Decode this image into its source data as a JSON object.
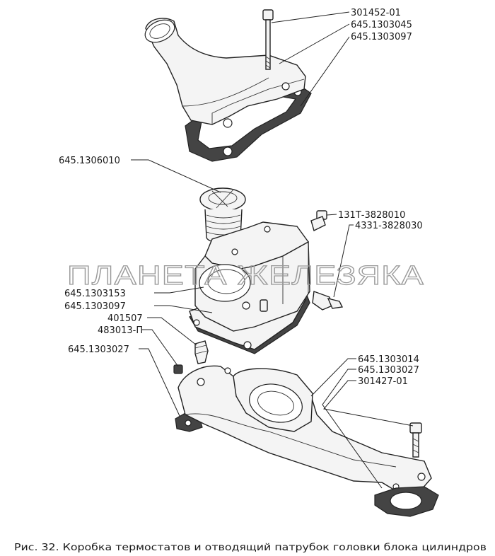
{
  "watermark": "ПЛАНЕТА ЖЕЛЕЗЯКА",
  "caption": "Рис. 32. Коробка термостатов и отводящий патрубок головки блока цилиндров",
  "callouts": {
    "c301452_01": "301452-01",
    "c645_1303045": "645.1303045",
    "c645_1303097_top": "645.1303097",
    "c645_1306010": "645.1306010",
    "c131T_3828010": "131Т-3828010",
    "c4331_3828030": "4331-3828030",
    "c645_1303153": "645.1303153",
    "c645_1303097_mid": "645.1303097",
    "c401507": "401507",
    "c483013_P": "483013-П",
    "c645_1303027_left": "645.1303027",
    "c645_1303014": "645.1303014",
    "c645_1303027_right": "645.1303027",
    "c301427_01": "301427-01"
  }
}
